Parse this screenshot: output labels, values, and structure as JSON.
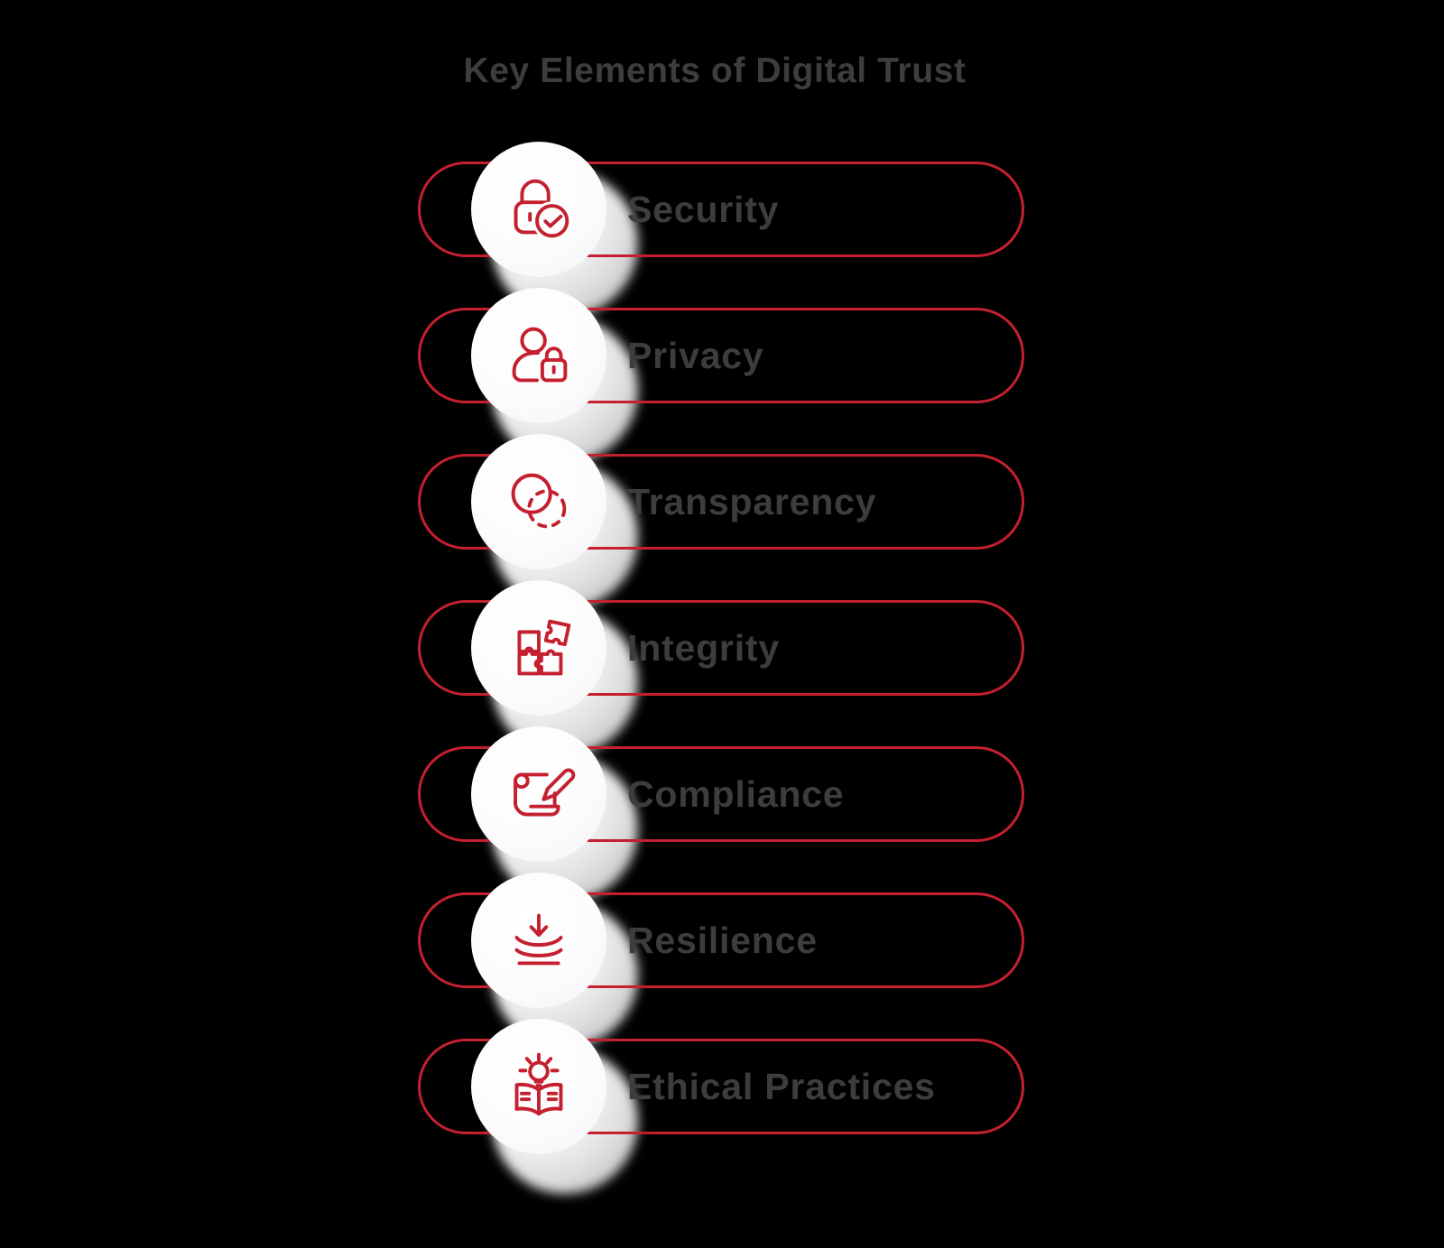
{
  "title": "Key Elements of Digital Trust",
  "colors": {
    "accent_red": "#c4202f",
    "label_text": "#3d3d3d",
    "background": "#000000",
    "circle_fill": "#fdfdfe"
  },
  "items": [
    {
      "label": "Security",
      "icon": "lock-check-icon"
    },
    {
      "label": "Privacy",
      "icon": "user-lock-icon"
    },
    {
      "label": "Transparency",
      "icon": "overlapping-circles-icon"
    },
    {
      "label": "Integrity",
      "icon": "puzzle-pieces-icon"
    },
    {
      "label": "Compliance",
      "icon": "scroll-pen-icon"
    },
    {
      "label": "Resilience",
      "icon": "impact-absorption-icon"
    },
    {
      "label": "Ethical Practices",
      "icon": "book-lightbulb-icon"
    }
  ]
}
